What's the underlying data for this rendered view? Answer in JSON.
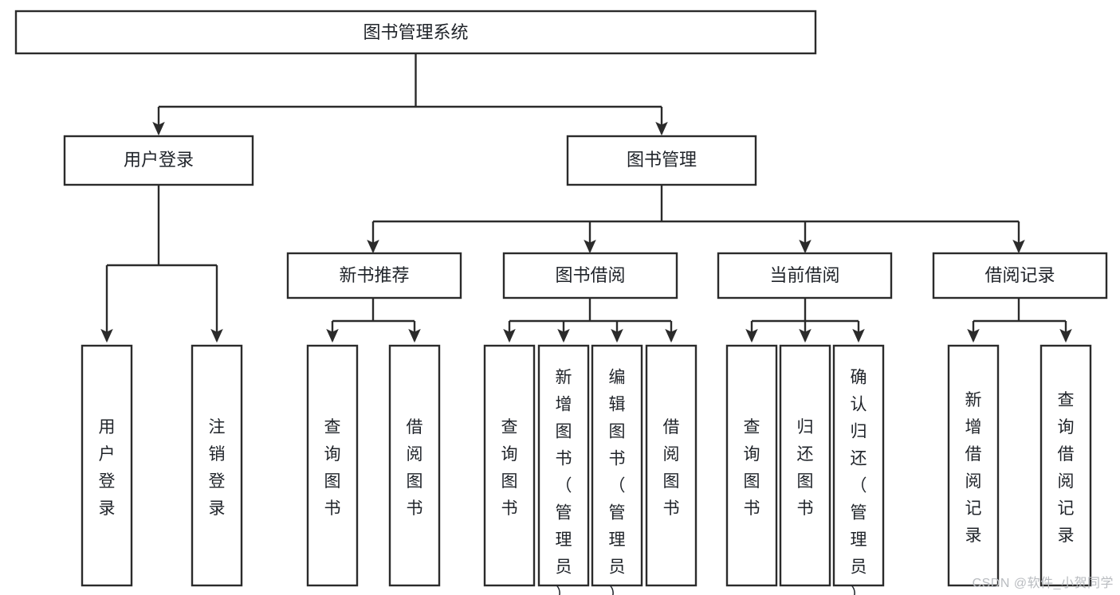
{
  "diagram": {
    "title": "图书管理系统",
    "type": "tree-hierarchy-flowchart",
    "colors": {
      "background": "#ffffff",
      "box_fill": "#ffffff",
      "stroke": "#2b2b2b",
      "text": "#20242a",
      "watermark": "#b9bcc0"
    },
    "root": {
      "label": "图书管理系统"
    },
    "level2": [
      {
        "label": "用户登录"
      },
      {
        "label": "图书管理"
      }
    ],
    "level3": [
      {
        "label": "新书推荐"
      },
      {
        "label": "图书借阅"
      },
      {
        "label": "当前借阅"
      },
      {
        "label": "借阅记录"
      }
    ],
    "leaves": {
      "user_login": [
        {
          "label": "用户登录"
        },
        {
          "label": "注销登录"
        }
      ],
      "new_book_recommend": [
        {
          "label": "查询图书"
        },
        {
          "label": "借阅图书"
        }
      ],
      "book_borrow": [
        {
          "label": "查询图书"
        },
        {
          "label": "新增图书（管理员）"
        },
        {
          "label": "编辑图书（管理员）"
        },
        {
          "label": "借阅图书"
        }
      ],
      "current_borrow": [
        {
          "label": "查询图书"
        },
        {
          "label": "归还图书"
        },
        {
          "label": "确认归还（管理员）"
        }
      ],
      "borrow_record": [
        {
          "label": "新增借阅记录"
        },
        {
          "label": "查询借阅记录"
        }
      ]
    },
    "watermark": "CSDN @软件_小贺同学"
  }
}
